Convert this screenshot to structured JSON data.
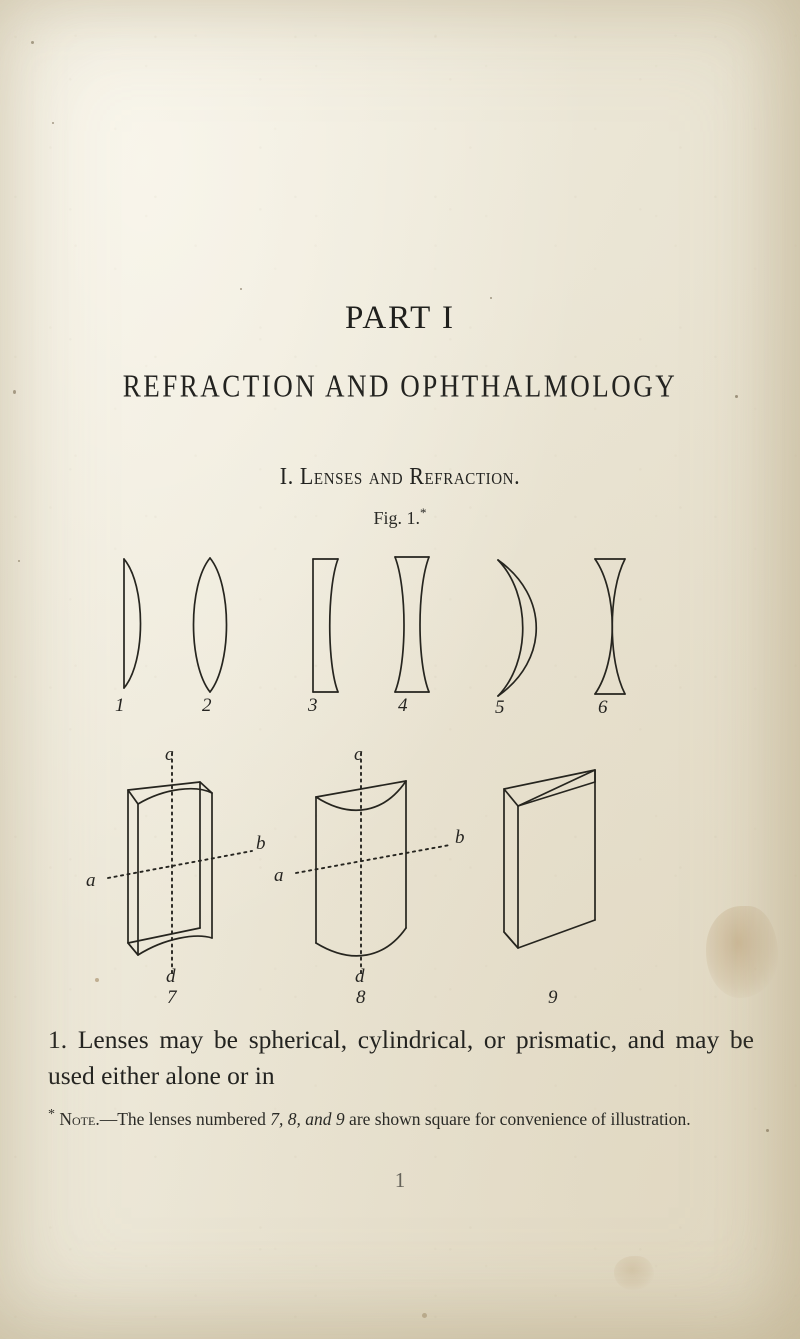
{
  "page": {
    "background_color": "#ece7d7",
    "ink_color": "#26251f",
    "part_title": "PART I",
    "chapter_title": "REFRACTION AND OPHTHALMOLOGY",
    "section_title": "I. Lenses and Refraction.",
    "figure_caption": "Fig. 1.",
    "figure_caption_mark": "*",
    "page_number": "1"
  },
  "body": {
    "paragraph_number": "1.",
    "paragraph_text": "1. Lenses may be spherical, cylindrical, or prismatic, and may be used either alone or in"
  },
  "footnote": {
    "marker": "*",
    "label": "Note.",
    "dash": "—",
    "text": "The lenses numbered 7, 8, and 9 are shown square for convenience of illustration.",
    "text_before_numbers": "The lenses numbered ",
    "numbers": "7, 8, and 9",
    "text_after_numbers": " are shown square for convenience of illustration."
  },
  "figure": {
    "caption": "Fig. 1.",
    "row1_label": "lens cross-sections",
    "row2_label": "lens perspective views",
    "lenses": [
      {
        "number": "1",
        "type": "plano-convex",
        "view": "cross-section"
      },
      {
        "number": "2",
        "type": "biconvex",
        "view": "cross-section"
      },
      {
        "number": "3",
        "type": "plano-concave",
        "view": "cross-section"
      },
      {
        "number": "4",
        "type": "biconcave",
        "view": "cross-section"
      },
      {
        "number": "5",
        "type": "convex-meniscus",
        "view": "cross-section"
      },
      {
        "number": "6",
        "type": "concave-meniscus",
        "view": "cross-section"
      },
      {
        "number": "7",
        "type": "cylindrical-concave",
        "view": "perspective"
      },
      {
        "number": "8",
        "type": "cylindrical-convex",
        "view": "perspective"
      },
      {
        "number": "9",
        "type": "prism",
        "view": "perspective"
      }
    ],
    "axis_labels": {
      "fig7": {
        "left": "a",
        "right": "b",
        "top": "c",
        "bottom": "d"
      },
      "fig8": {
        "left": "a",
        "right": "b",
        "top": "c",
        "bottom": "d"
      }
    }
  }
}
